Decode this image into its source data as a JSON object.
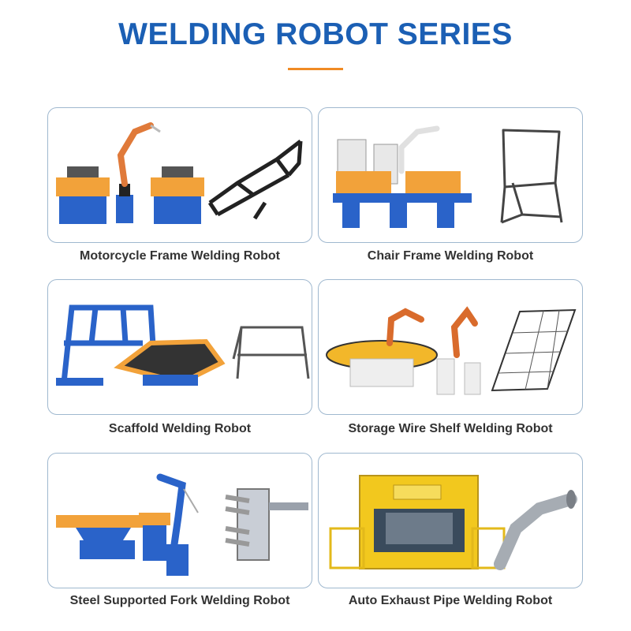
{
  "header": {
    "title": "WELDING ROBOT SERIES"
  },
  "colors": {
    "title": "#1b5fb4",
    "accent": "#f08a24",
    "machine_blue": "#2a63c9",
    "machine_orange": "#f2a23a",
    "card_border": "#9fb8cf"
  },
  "products": [
    {
      "label": "Motorcycle Frame Welding Robot"
    },
    {
      "label": "Chair Frame Welding Robot"
    },
    {
      "label": "Scaffold Welding Robot"
    },
    {
      "label": "Storage Wire Shelf Welding Robot"
    },
    {
      "label": "Steel Supported Fork Welding Robot"
    },
    {
      "label": "Auto Exhaust Pipe Welding Robot"
    }
  ]
}
